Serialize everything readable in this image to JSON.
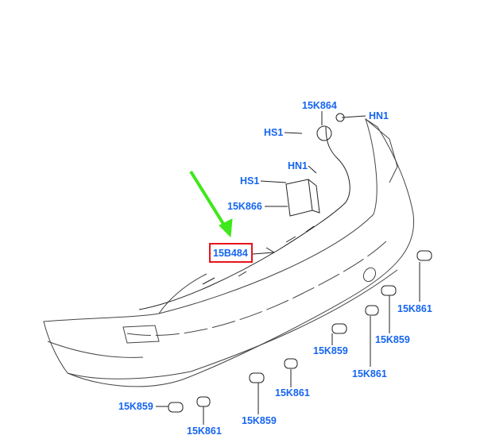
{
  "colors": {
    "label": "#1565f0",
    "highlight": "#e8141b",
    "arrow": "#3ee81a",
    "line": "#333333"
  },
  "highlighted_part": "15B484",
  "callouts": [
    {
      "id": "c1",
      "text": "15K864"
    },
    {
      "id": "c2",
      "text": "HN1"
    },
    {
      "id": "c3",
      "text": "HS1"
    },
    {
      "id": "c4",
      "text": "HN1"
    },
    {
      "id": "c5",
      "text": "HS1"
    },
    {
      "id": "c6",
      "text": "15K866"
    },
    {
      "id": "c7",
      "text": "15B484"
    },
    {
      "id": "c8",
      "text": "15K861"
    },
    {
      "id": "c9",
      "text": "15K859"
    },
    {
      "id": "c10",
      "text": "15K859"
    },
    {
      "id": "c11",
      "text": "15K861"
    },
    {
      "id": "c12",
      "text": "15K861"
    },
    {
      "id": "c13",
      "text": "15K859"
    },
    {
      "id": "c14",
      "text": "15K859"
    },
    {
      "id": "c15",
      "text": "15K861"
    }
  ]
}
